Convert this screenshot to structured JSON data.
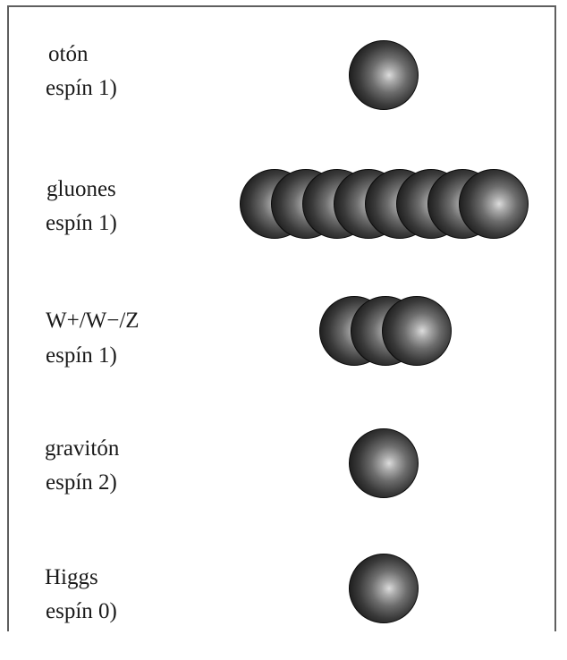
{
  "particles": [
    {
      "name": "otón",
      "spin": "espín 1)",
      "count": 1
    },
    {
      "name": "gluones",
      "spin": "espín 1)",
      "count": 8
    },
    {
      "name": "W+/W−/Z",
      "spin": "espín 1)",
      "count": 3
    },
    {
      "name": "gravitón",
      "spin": "espín 2)",
      "count": 1
    },
    {
      "name": "Higgs",
      "spin": "espín 0)",
      "count": 1
    }
  ],
  "sphere_color": "#3a3a3a"
}
